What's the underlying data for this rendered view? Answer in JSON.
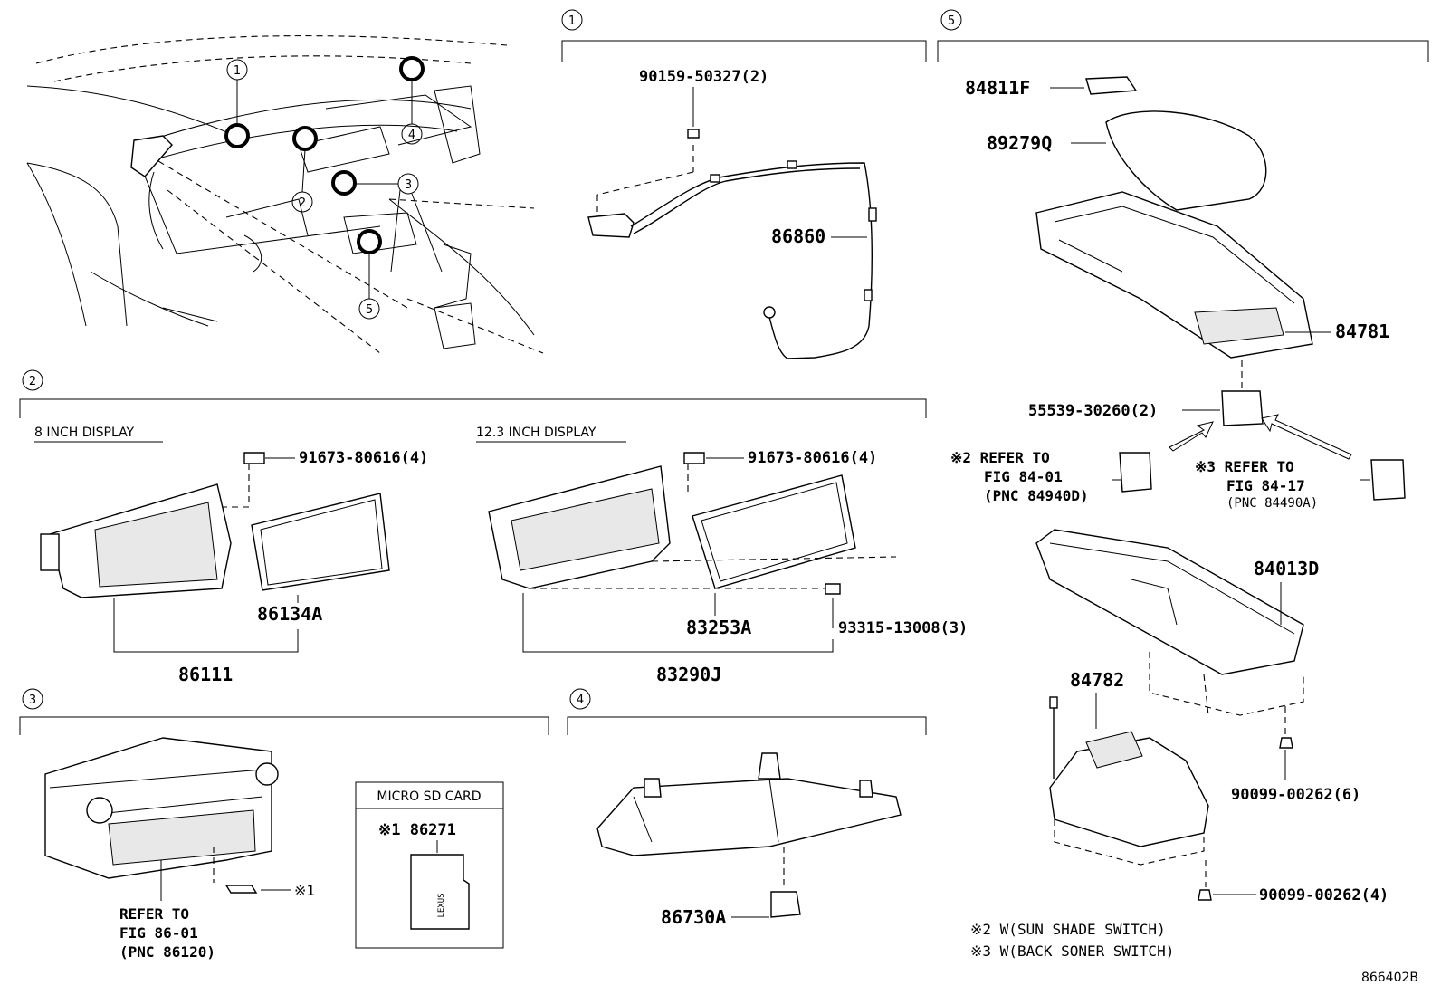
{
  "sections": [
    {
      "id": "1",
      "header": "1"
    },
    {
      "id": "2",
      "header": "2"
    },
    {
      "id": "3",
      "header": "3"
    },
    {
      "id": "4",
      "header": "4"
    },
    {
      "id": "5",
      "header": "5"
    }
  ],
  "overview": {
    "callouts": [
      "1",
      "2",
      "3",
      "4",
      "5"
    ]
  },
  "section1": {
    "screw": "90159-50327(2)",
    "harness": "86860"
  },
  "section2": {
    "sub8": "8 INCH DISPLAY",
    "sub12": "12.3 INCH DISPLAY",
    "screw8": "91673-80616(4)",
    "panel8": "86134A",
    "display8": "86111",
    "screw12": "91673-80616(4)",
    "panel12": "83253A",
    "screw12b": "93315-13008(3)",
    "display12": "83290J"
  },
  "section3": {
    "refer_lines": [
      "REFER TO",
      "FIG 86-01",
      "(PNC 86120)"
    ],
    "mark": "※1",
    "sd_title": "MICRO SD CARD",
    "sd_part": "※1 86271",
    "sd_logo": "LEXUS"
  },
  "section4": {
    "bracket": "86730A"
  },
  "section5": {
    "knob": "84811F",
    "lid": "89279Q",
    "console": "84781",
    "bulb": "55539-30260(2)",
    "refer2_lines": [
      "※2 REFER TO",
      "FIG 84-01",
      "(PNC 84940D)"
    ],
    "refer3_lines": [
      "※3 REFER TO",
      "FIG 84-17",
      "(PNC 84490A)"
    ],
    "base": "84013D",
    "module": "84782",
    "screw6": "90099-00262(6)",
    "screw4": "90099-00262(4)"
  },
  "notes": [
    "※2 W(SUN SHADE SWITCH)",
    "※3 W(BACK SONER SWITCH)"
  ],
  "figure_id": "866402B"
}
